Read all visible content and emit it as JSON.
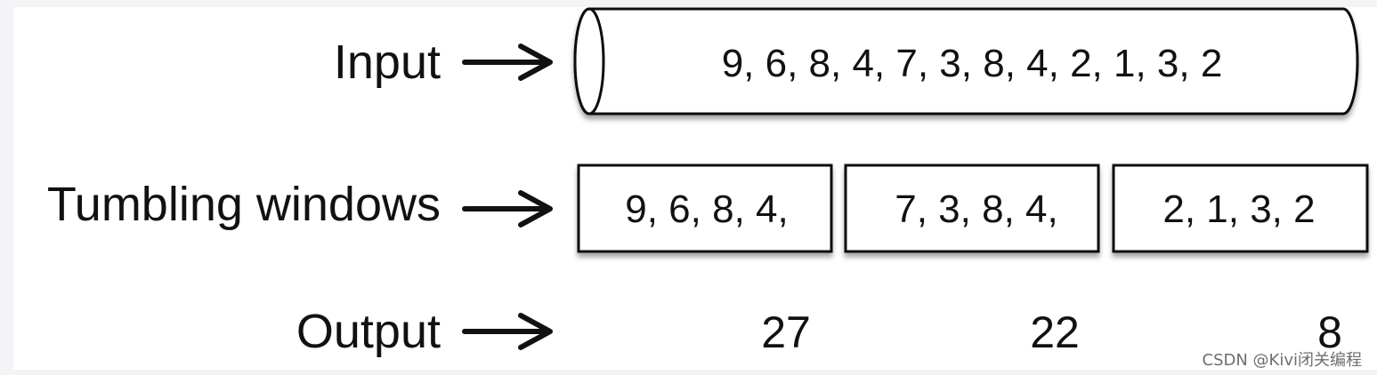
{
  "labels": {
    "input": "Input",
    "tumbling": "Tumbling windows",
    "output": "Output"
  },
  "input_stream": "9,  6,  8,  4,  7,  3,  8,  4,  2,  1,  3,  2",
  "windows": [
    {
      "text": "9,  6,  8,  4,",
      "output": "27"
    },
    {
      "text": "7,  3,  8,  4,",
      "output": "22"
    },
    {
      "text": "2,  1,  3,  2",
      "output": "8"
    }
  ],
  "watermark": "CSDN @Kivi闭关编程"
}
